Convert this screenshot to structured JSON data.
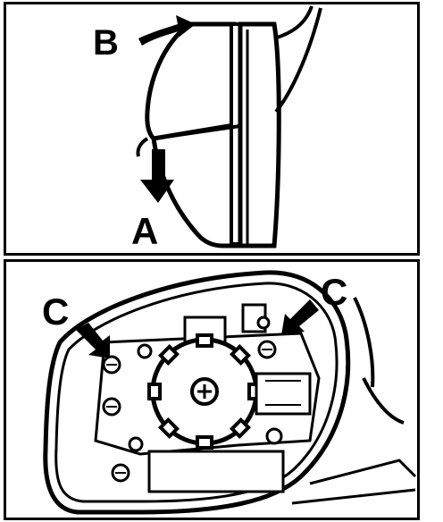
{
  "diagram": {
    "top_panel": {
      "labels": {
        "b": "B",
        "a": "A"
      }
    },
    "bottom_panel": {
      "labels": {
        "c_left": "C",
        "c_right": "C"
      }
    },
    "colors": {
      "ink": "#000000",
      "paper": "#ffffff"
    }
  }
}
